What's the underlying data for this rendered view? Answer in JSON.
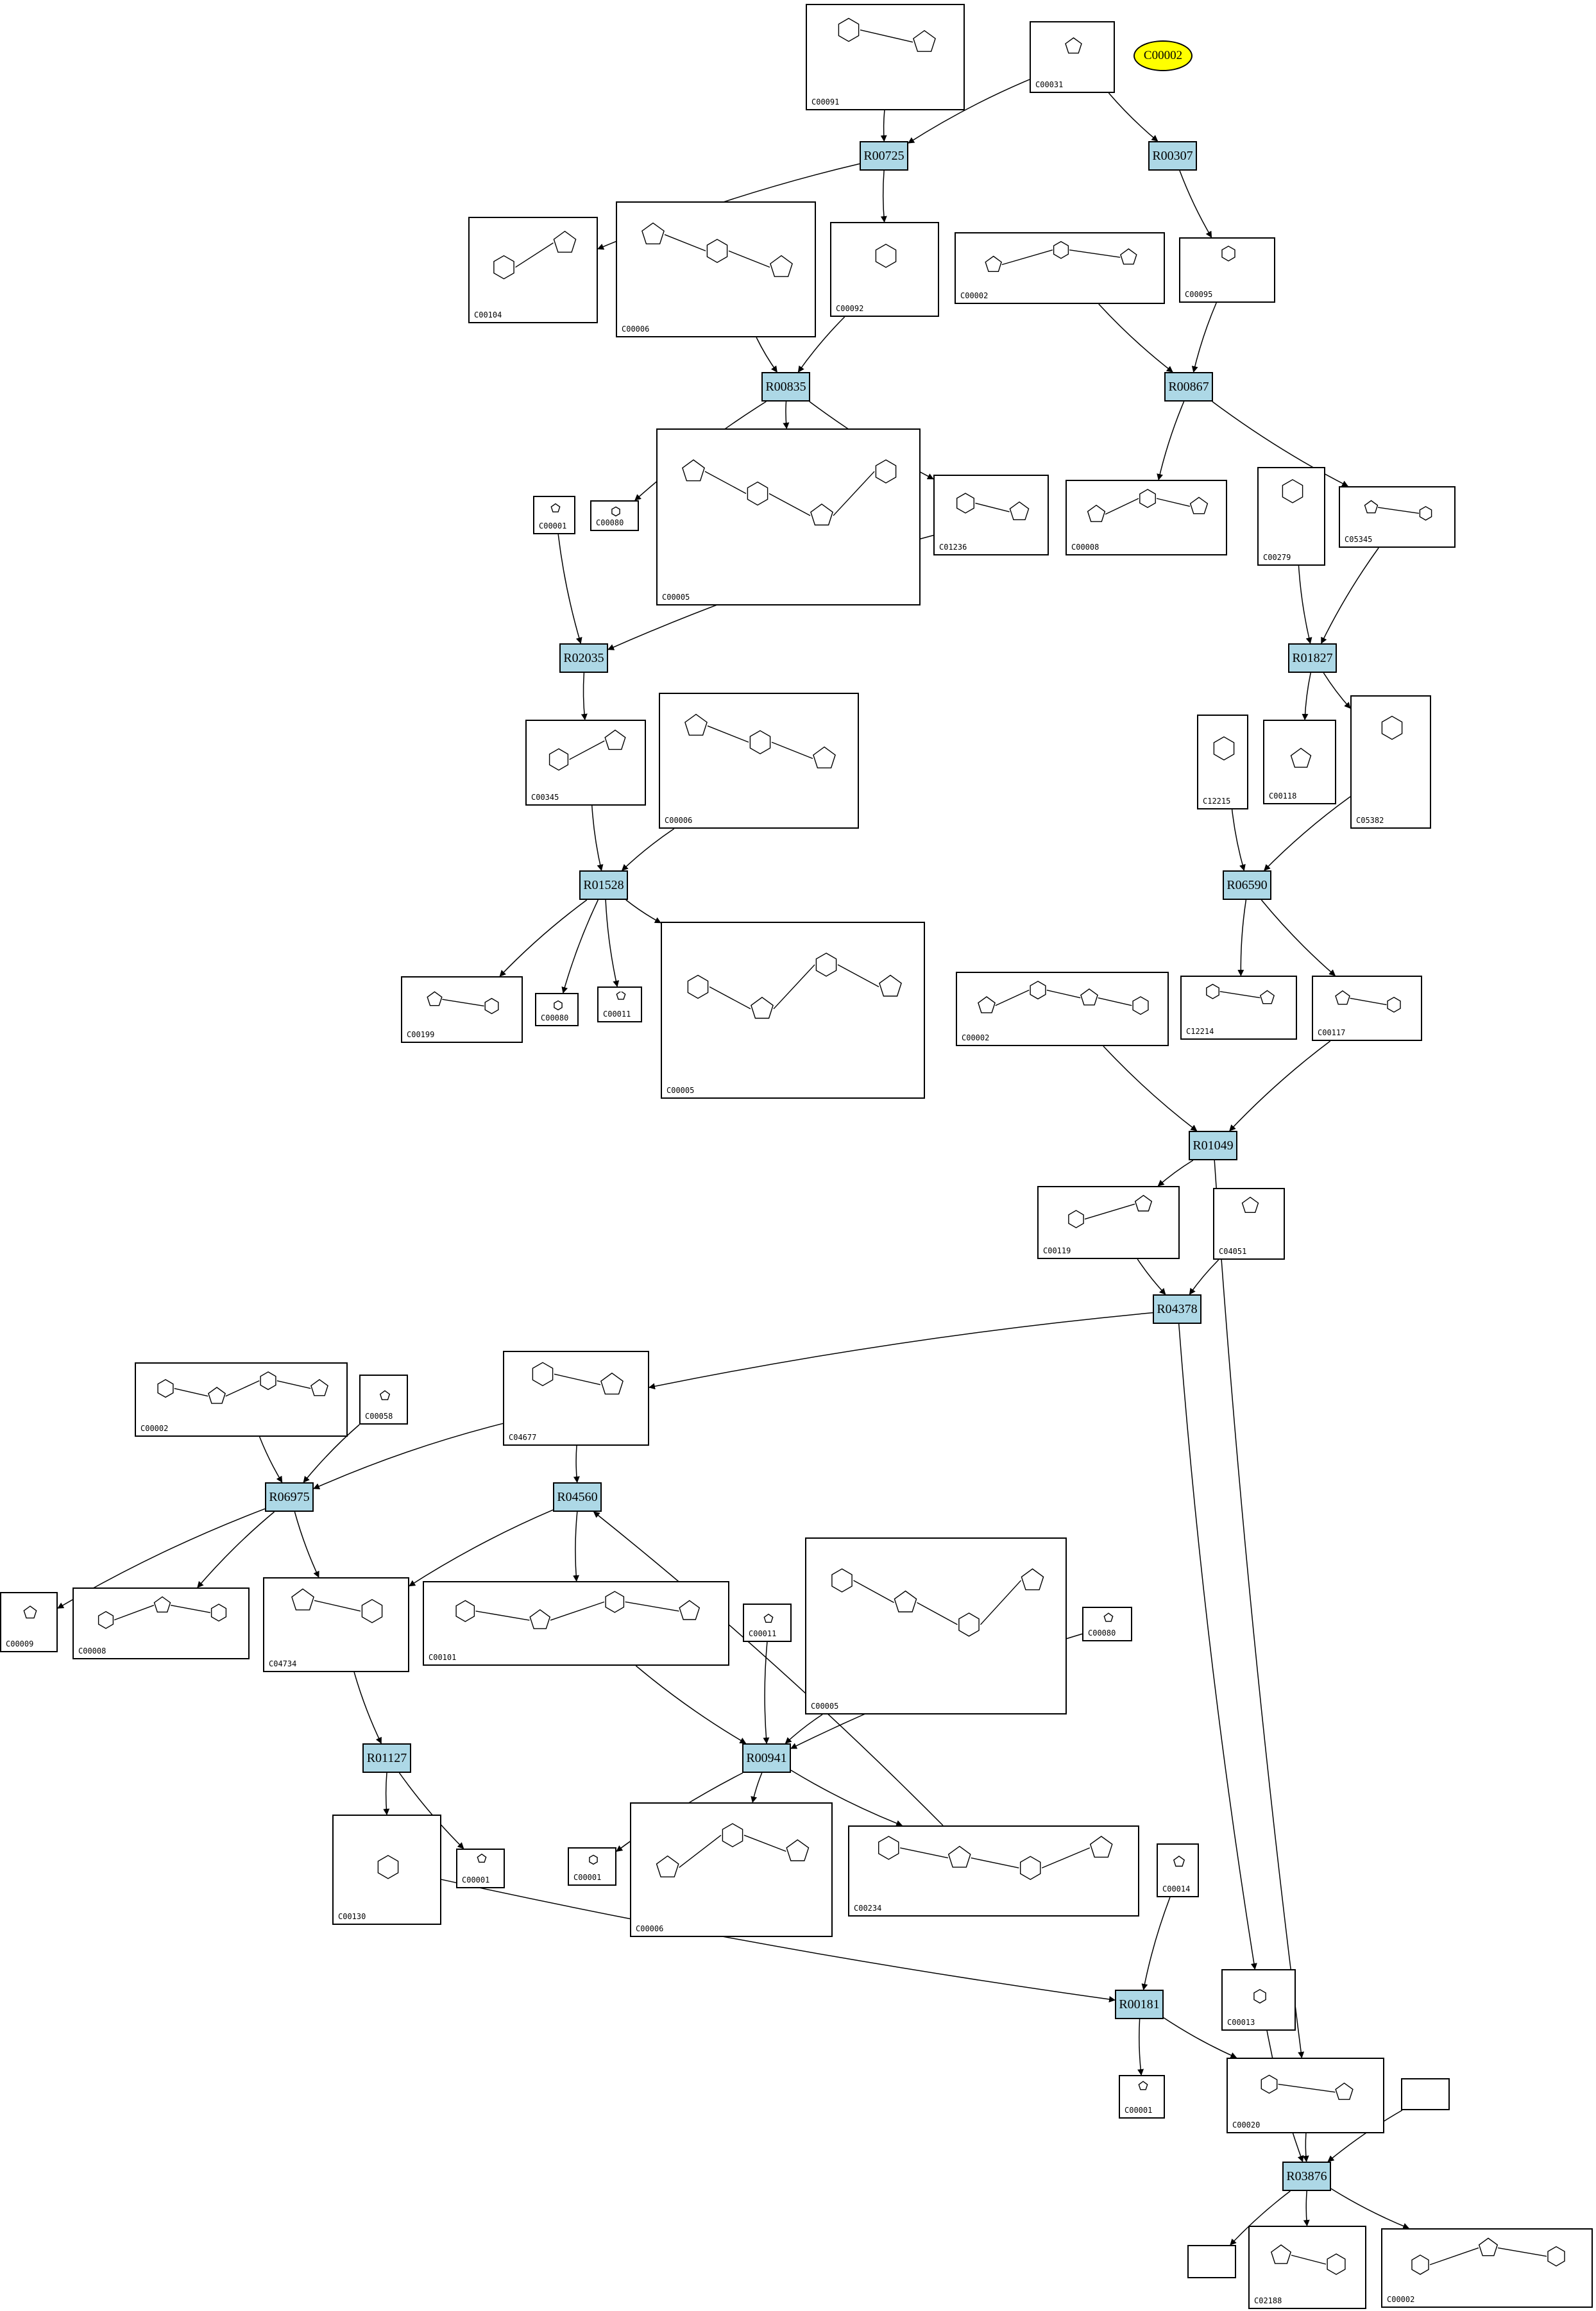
{
  "highlight": {
    "id": "C00002",
    "color": "#ffff00"
  },
  "colors": {
    "reaction_fill": "#add8e6",
    "edge": "#000000"
  },
  "reactions": [
    {
      "id": "R00725"
    },
    {
      "id": "R00307"
    },
    {
      "id": "R00835"
    },
    {
      "id": "R00867"
    },
    {
      "id": "R02035"
    },
    {
      "id": "R01827"
    },
    {
      "id": "R01528"
    },
    {
      "id": "R06590"
    },
    {
      "id": "R01049"
    },
    {
      "id": "R04378"
    },
    {
      "id": "R06975"
    },
    {
      "id": "R04560"
    },
    {
      "id": "R01127"
    },
    {
      "id": "R00941"
    },
    {
      "id": "R00181"
    },
    {
      "id": "R03876"
    }
  ],
  "compounds": [
    {
      "label": "C00091"
    },
    {
      "label": "C00031"
    },
    {
      "label": "C00104"
    },
    {
      "label": "C00006"
    },
    {
      "label": "C00092"
    },
    {
      "label": "C00002"
    },
    {
      "label": "C00095"
    },
    {
      "label": "C00001"
    },
    {
      "label": "C00080"
    },
    {
      "label": "C00005"
    },
    {
      "label": "C01236"
    },
    {
      "label": "C00008"
    },
    {
      "label": "C00279"
    },
    {
      "label": "C05345"
    },
    {
      "label": "C00345"
    },
    {
      "label": "C00006"
    },
    {
      "label": "C12215"
    },
    {
      "label": "C00118"
    },
    {
      "label": "C05382"
    },
    {
      "label": "C00199"
    },
    {
      "label": "C00080"
    },
    {
      "label": "C00011"
    },
    {
      "label": "C00005"
    },
    {
      "label": "C00002"
    },
    {
      "label": "C12214"
    },
    {
      "label": "C00117"
    },
    {
      "label": "C00119"
    },
    {
      "label": "C04051"
    },
    {
      "label": "C00002"
    },
    {
      "label": "C00058"
    },
    {
      "label": "C04677"
    },
    {
      "label": "C00009"
    },
    {
      "label": "C00008"
    },
    {
      "label": "C04734"
    },
    {
      "label": "C00101"
    },
    {
      "label": "C00011"
    },
    {
      "label": "C00005"
    },
    {
      "label": "C00080"
    },
    {
      "label": "C00130"
    },
    {
      "label": "C00001"
    },
    {
      "label": "C00001"
    },
    {
      "label": "C00006"
    },
    {
      "label": "C00234"
    },
    {
      "label": "C00014"
    },
    {
      "label": "C00013"
    },
    {
      "label": "C00001"
    },
    {
      "label": "C00020"
    },
    {
      "label": ""
    },
    {
      "label": ""
    },
    {
      "label": "C02188"
    },
    {
      "label": "C00002"
    }
  ]
}
